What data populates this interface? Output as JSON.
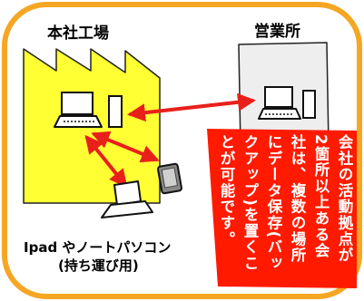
{
  "labels": {
    "factory": "本社工場",
    "office": "営業所",
    "devices": "Ipad やノートパソコン",
    "devices_sub": "(持ち運び用)"
  },
  "note_columns": [
    "会社の活動拠点が",
    "2箇所以上ある会",
    "社は、複数の場所",
    "にデータ保存(バッ",
    "クアップ)を置くこ",
    "とが可能です。"
  ],
  "colors": {
    "frame": "#f5a623",
    "factory_fill": "#ffff33",
    "office_fill": "#eeeeee",
    "arrow": "#e8201a",
    "note_background": "#ff1a00",
    "note_text": "#ffffff"
  },
  "icons": [
    "laptop-icon",
    "server-icon",
    "tablet-icon"
  ]
}
